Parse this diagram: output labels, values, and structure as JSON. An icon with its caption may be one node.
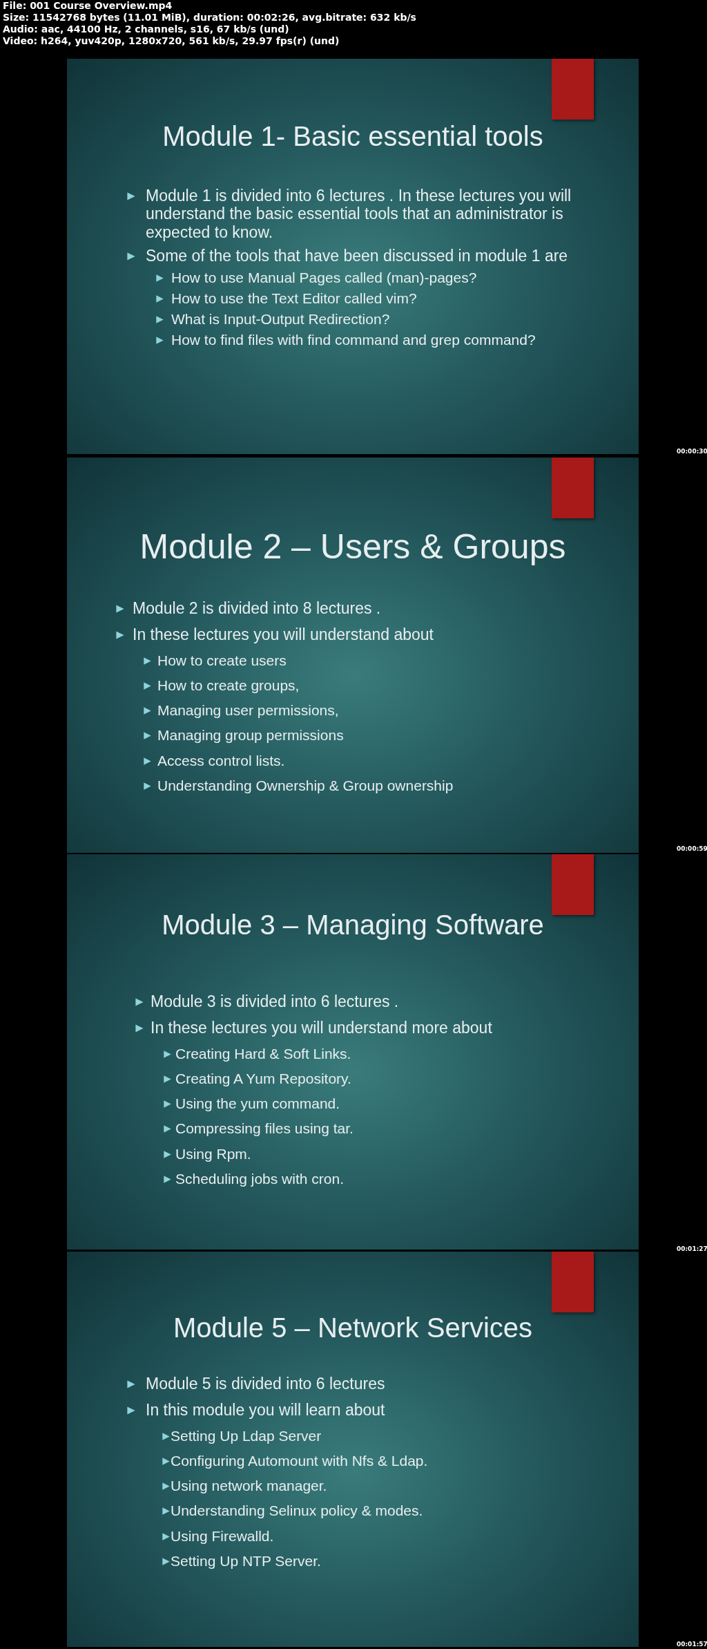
{
  "diagram": {
    "nodes": [
      {
        "text": [
          "Module 1- Basic essential tools",
          "Module 1 is divided into 6 lectures . In these lectures you will understand the basic essential tools that an administrator is expected to know.",
          "Some of the tools that have been discussed in module 1 are",
          "How to use Manual Pages called (man)-pages?",
          "How to use the Text Editor called vim?",
          "What is Input-Output Redirection?",
          "How to find files with find command and grep command?"
        ]
      },
      {
        "text": [
          "Module 2 – Users & Groups",
          "Module 2 is divided into 8 lectures .",
          "In these lectures you will understand about",
          "How to create users",
          "How to create groups,",
          "Managing user permissions,",
          "Managing group permissions",
          "Access control lists.",
          "Understanding Ownership & Group ownership"
        ]
      },
      {
        "text": [
          "Module 3 – Managing Software",
          "Module 3 is divided into 6 lectures .",
          "In these lectures you will understand more about",
          "Creating Hard & Soft Links.",
          "Creating A Yum Repository.",
          "Using the yum command.",
          "Compressing files using tar.",
          "Using Rpm.",
          "Scheduling jobs with cron."
        ]
      },
      {
        "text": [
          "Module 5 – Network Services",
          "Module 5 is divided into 6 lectures",
          "In this module you will learn about",
          "Setting Up Ldap Server",
          "Configuring Automount with Nfs & Ldap.",
          "Using network manager.",
          "Understanding Selinux policy & modes.",
          "Using Firewalld.",
          "Setting Up NTP Server."
        ]
      }
    ],
    "labels": [
      "File: 001 Course Overview.mp4",
      "Size: 11542768 bytes (11.01 MiB), duration: 00:02:26, avg.bitrate: 632 kb/s",
      "Audio: aac, 44100 Hz, 2 channels, s16, 67 kb/s (und)",
      "Video: h264, yuv420p, 1280x720, 561 kb/s, 29.97 fps(r) (und)",
      "00:00:30",
      "00:00:59",
      "00:01:27",
      "00:01:57"
    ]
  }
}
